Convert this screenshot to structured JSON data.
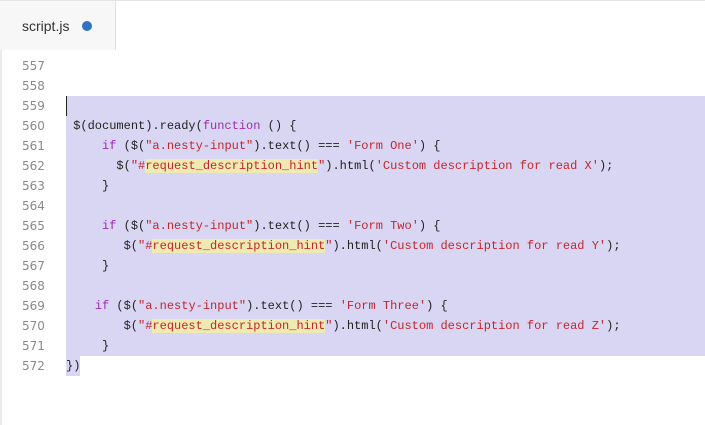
{
  "tab": {
    "label": "script.js",
    "modified_indicator": "unsaved-dot-icon",
    "dot_color": "#2f73c4"
  },
  "lines": [
    {
      "n": "557",
      "indent": 0,
      "tokens": []
    },
    {
      "n": "558",
      "indent": 0,
      "tokens": []
    },
    {
      "n": "559",
      "indent": 0,
      "tokens": []
    },
    {
      "n": "560",
      "indent": 1,
      "tokens": [
        {
          "t": "$(document).ready(",
          "c": ""
        },
        {
          "t": "function",
          "c": "kw"
        },
        {
          "t": " () {",
          "c": ""
        }
      ]
    },
    {
      "n": "561",
      "indent": 5,
      "tokens": [
        {
          "t": "if",
          "c": "kw"
        },
        {
          "t": " ($(",
          "c": ""
        },
        {
          "t": "\"a.nesty-input\"",
          "c": "str"
        },
        {
          "t": ").text() === ",
          "c": ""
        },
        {
          "t": "'Form One'",
          "c": "str"
        },
        {
          "t": ") {",
          "c": ""
        }
      ]
    },
    {
      "n": "562",
      "indent": 7,
      "tokens": [
        {
          "t": "$(",
          "c": ""
        },
        {
          "t": "\"#",
          "c": "str"
        },
        {
          "t": "request_description_hint",
          "c": "hl"
        },
        {
          "t": "\"",
          "c": "str"
        },
        {
          "t": ").html(",
          "c": ""
        },
        {
          "t": "'Custom description for read X'",
          "c": "str"
        },
        {
          "t": ");",
          "c": ""
        }
      ]
    },
    {
      "n": "563",
      "indent": 5,
      "tokens": [
        {
          "t": "}",
          "c": ""
        }
      ]
    },
    {
      "n": "564",
      "indent": 0,
      "tokens": []
    },
    {
      "n": "565",
      "indent": 5,
      "tokens": [
        {
          "t": "if",
          "c": "kw"
        },
        {
          "t": " ($(",
          "c": ""
        },
        {
          "t": "\"a.nesty-input\"",
          "c": "str"
        },
        {
          "t": ").text() === ",
          "c": ""
        },
        {
          "t": "'Form Two'",
          "c": "str"
        },
        {
          "t": ") {",
          "c": ""
        }
      ]
    },
    {
      "n": "566",
      "indent": 8,
      "tokens": [
        {
          "t": "$(",
          "c": ""
        },
        {
          "t": "\"#",
          "c": "str"
        },
        {
          "t": "request_description_hint",
          "c": "hl"
        },
        {
          "t": "\"",
          "c": "str"
        },
        {
          "t": ").html(",
          "c": ""
        },
        {
          "t": "'Custom description for read Y'",
          "c": "str"
        },
        {
          "t": ");",
          "c": ""
        }
      ]
    },
    {
      "n": "567",
      "indent": 5,
      "tokens": [
        {
          "t": "}",
          "c": ""
        }
      ]
    },
    {
      "n": "568",
      "indent": 0,
      "tokens": []
    },
    {
      "n": "569",
      "indent": 4,
      "tokens": [
        {
          "t": "if",
          "c": "kw"
        },
        {
          "t": " ($(",
          "c": ""
        },
        {
          "t": "\"a.nesty-input\"",
          "c": "str"
        },
        {
          "t": ").text() === ",
          "c": ""
        },
        {
          "t": "'Form Three'",
          "c": "str"
        },
        {
          "t": ") {",
          "c": ""
        }
      ]
    },
    {
      "n": "570",
      "indent": 8,
      "tokens": [
        {
          "t": "$(",
          "c": ""
        },
        {
          "t": "\"#",
          "c": "str"
        },
        {
          "t": "request_description_hint",
          "c": "hl"
        },
        {
          "t": "\"",
          "c": "str"
        },
        {
          "t": ").html(",
          "c": ""
        },
        {
          "t": "'Custom description for read Z'",
          "c": "str"
        },
        {
          "t": ");",
          "c": ""
        }
      ]
    },
    {
      "n": "571",
      "indent": 5,
      "tokens": [
        {
          "t": "}",
          "c": ""
        }
      ]
    },
    {
      "n": "572",
      "indent": 0,
      "tokens": [
        {
          "t": "})",
          "c": ""
        }
      ]
    }
  ]
}
